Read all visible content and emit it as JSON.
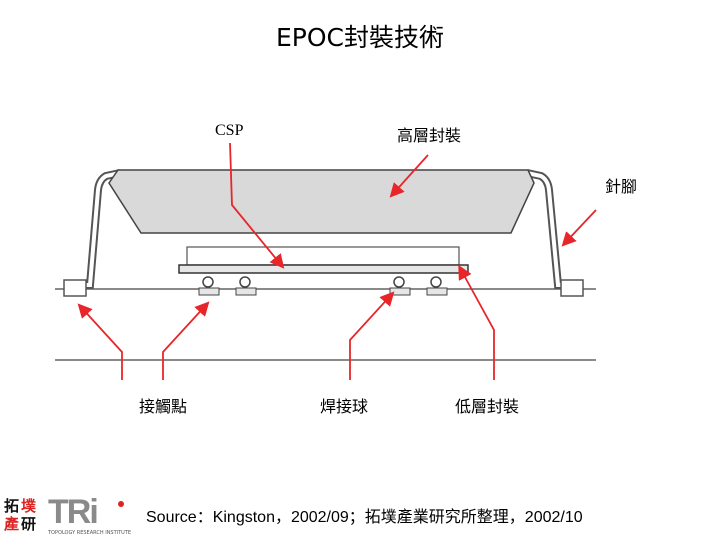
{
  "title": "EPOC封裝技術",
  "labels": {
    "csp": "CSP",
    "upper_package": "高層封裝",
    "pin": "針腳",
    "contact_point": "接觸點",
    "solder_ball": "焊接球",
    "lower_package": "低層封裝"
  },
  "source": "Source：Kingston，2002/09；拓墣產業研究所整理，2002/10",
  "logo": {
    "chars": [
      "拓",
      "墣",
      "產",
      "研"
    ],
    "mark": "TRi",
    "subtitle": "TOPOLOGY RESEARCH INSTITUTE"
  },
  "colors": {
    "arrow": "#e8262a",
    "package_fill": "#d9d9d9",
    "outline": "#555555"
  }
}
